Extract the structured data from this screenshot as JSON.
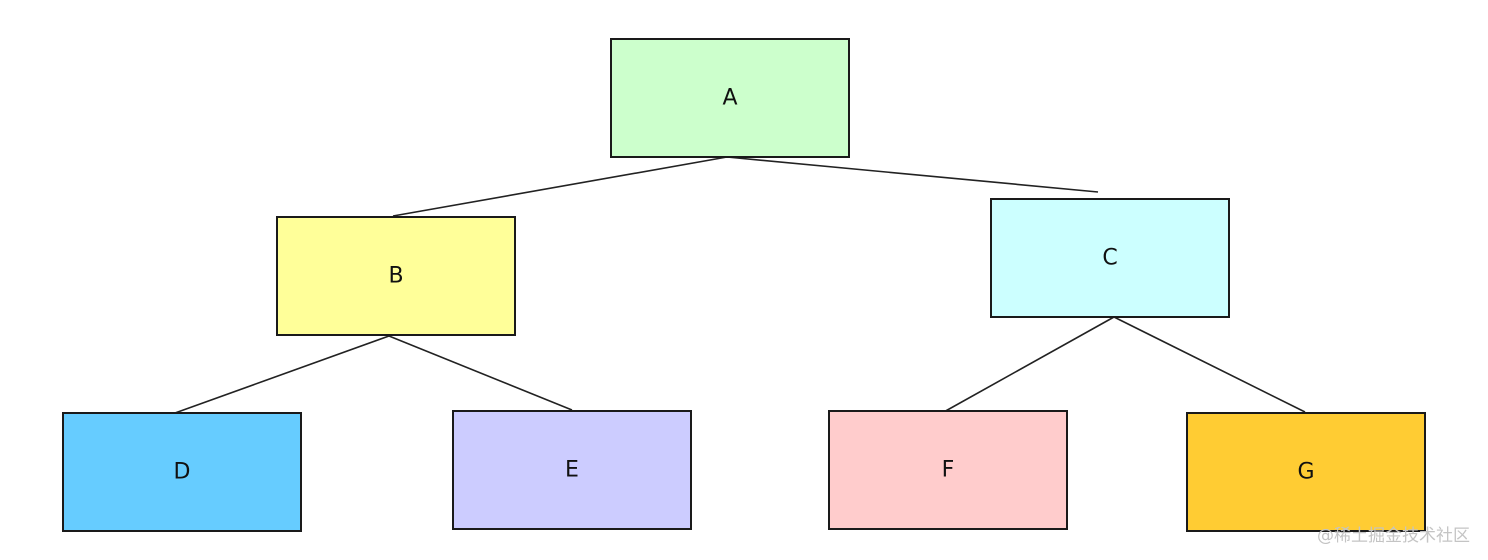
{
  "nodes": [
    {
      "id": "A",
      "label": "A",
      "fill": "#ccffcc"
    },
    {
      "id": "B",
      "label": "B",
      "fill": "#ffff99"
    },
    {
      "id": "C",
      "label": "C",
      "fill": "#ccffff"
    },
    {
      "id": "D",
      "label": "D",
      "fill": "#66ccff"
    },
    {
      "id": "E",
      "label": "E",
      "fill": "#ccccff"
    },
    {
      "id": "F",
      "label": "F",
      "fill": "#ffcccc"
    },
    {
      "id": "G",
      "label": "G",
      "fill": "#ffcc33"
    }
  ],
  "edges": [
    {
      "from": "A",
      "to": "B"
    },
    {
      "from": "A",
      "to": "C"
    },
    {
      "from": "B",
      "to": "D"
    },
    {
      "from": "B",
      "to": "E"
    },
    {
      "from": "C",
      "to": "F"
    },
    {
      "from": "C",
      "to": "G"
    }
  ],
  "watermark": "@稀土掘金技术社区"
}
